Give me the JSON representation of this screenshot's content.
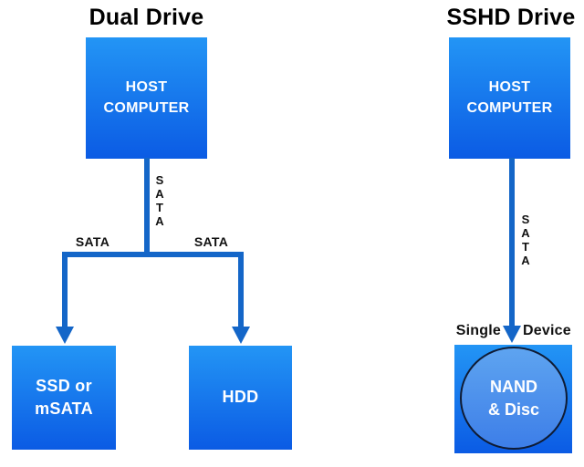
{
  "colors": {
    "box-gradient-top": "#2395F5",
    "box-gradient-bottom": "#0B5BE4",
    "connector": "#1466C8",
    "circle-top": "#5EA4F0",
    "circle-bottom": "#3D7EE8",
    "circle-outline": "#0F1B33",
    "label-text": "#111111",
    "box-text": "#FFFFFF",
    "background": "#FFFFFF"
  },
  "left_diagram": {
    "title": "Dual Drive",
    "host": {
      "line1": "HOST",
      "line2": "COMPUTER"
    },
    "sata_chars": [
      "S",
      "A",
      "T",
      "A"
    ],
    "sata_left": "SATA",
    "sata_right": "SATA",
    "ssd_box": {
      "line1": "SSD or",
      "line2": "mSATA"
    },
    "hdd_box": {
      "label": "HDD"
    }
  },
  "right_diagram": {
    "title": "SSHD Drive",
    "host": {
      "line1": "HOST",
      "line2": "COMPUTER"
    },
    "sata_chars": [
      "S",
      "A",
      "T",
      "A"
    ],
    "single_label": "Single",
    "device_label": "Device",
    "nand_circle": {
      "line1": "NAND",
      "line2": "& Disc"
    }
  }
}
